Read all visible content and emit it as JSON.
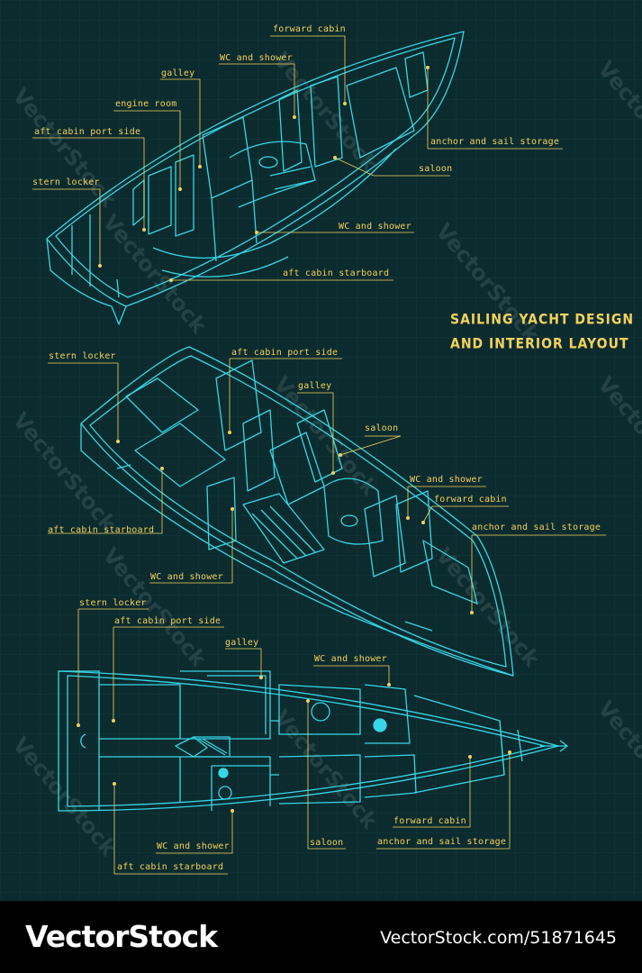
{
  "title": {
    "line1": "SAILING YACHT DESIGN",
    "line2": "AND INTERIOR LAYOUT"
  },
  "colors": {
    "background": "#0c2b2e",
    "lines": "#37d6e6",
    "labels": "#f2d25c"
  },
  "watermark": "VectorStock",
  "views": {
    "top_view": {
      "forward_cabin": "forward cabin",
      "wc_shower": "WC and shower",
      "galley": "galley",
      "engine_room": "engine room",
      "aft_cabin_port": "aft cabin port side",
      "stern_locker": "stern locker",
      "anchor_storage": "anchor and sail storage",
      "saloon": "saloon",
      "wc_shower_2": "WC and shower",
      "aft_cabin_starboard": "aft cabin starboard"
    },
    "middle_view": {
      "stern_locker": "stern locker",
      "aft_cabin_port": "aft cabin port side",
      "galley": "galley",
      "saloon": "saloon",
      "wc_shower": "WC and shower",
      "forward_cabin": "forward cabin",
      "anchor_storage": "anchor and sail storage",
      "aft_cabin_starboard": "aft cabin starboard",
      "wc_shower_2": "WC and shower"
    },
    "plan_view": {
      "stern_locker": "stern locker",
      "aft_cabin_port": "aft cabin port side",
      "galley": "galley",
      "wc_shower": "WC and shower",
      "forward_cabin": "forward cabin",
      "anchor_storage": "anchor and sail storage",
      "saloon": "saloon",
      "wc_shower_2": "WC and shower",
      "aft_cabin_starboard": "aft cabin starboard"
    }
  },
  "footer": {
    "logo": "VectorStock",
    "url": "VectorStock.com/51871645"
  }
}
